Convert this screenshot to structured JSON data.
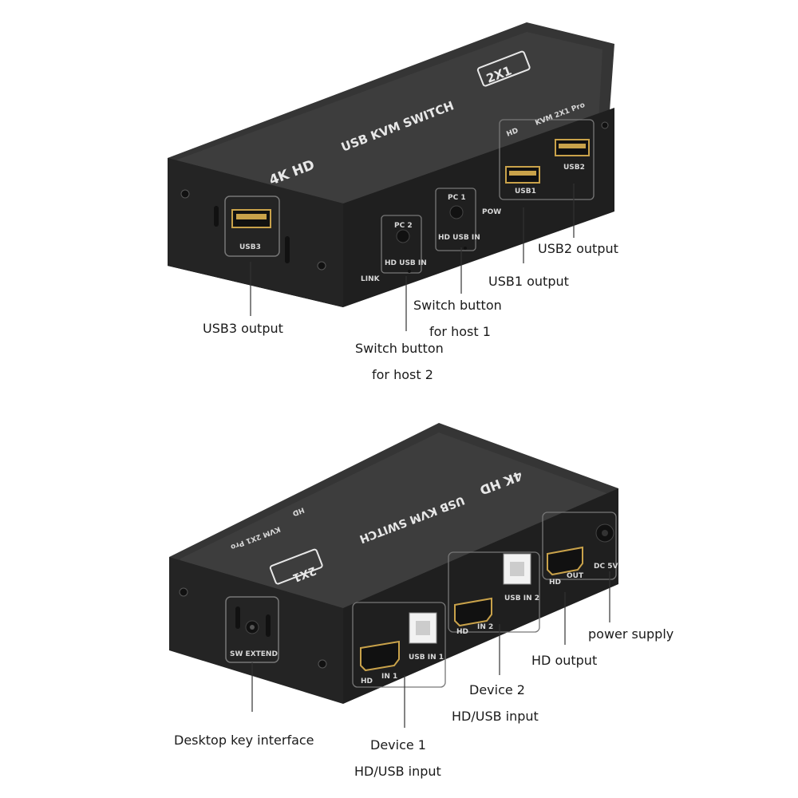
{
  "front_device": {
    "brand_4k": "4K HD",
    "title": "USB KVM SWITCH",
    "badge": "2X1",
    "hd": "HD",
    "model": "KVM 2X1 Pro",
    "usb1": "USB1",
    "usb2": "USB2",
    "usb3": "USB3",
    "pc1": "PC 1",
    "pc2": "PC 2",
    "hd_usb_in": "HD USB IN",
    "pow": "POW",
    "link": "LINK"
  },
  "back_device": {
    "brand_4k": "4K HD",
    "title": "USB KVM SWITCH",
    "badge": "2X1",
    "hd": "HD",
    "model": "KVM 2X1 Pro",
    "sw_extend": "SW EXTEND",
    "hd_label": "HD",
    "in1": "IN 1",
    "usb_in1": "USB IN 1",
    "in2": "IN 2",
    "usb_in2": "USB IN 2",
    "out": "OUT",
    "dc5v": "DC 5V"
  },
  "callouts": {
    "usb2_output": "USB2 output",
    "usb1_output": "USB1 output",
    "switch_host1_line1": "Switch button",
    "switch_host1_line2": "for host 1",
    "usb3_output": "USB3 output",
    "switch_host2_line1": "Switch button",
    "switch_host2_line2": "for host 2",
    "power_supply": "power supply",
    "hd_output": "HD output",
    "device2_line1": "Device 2",
    "device2_line2": "HD/USB input",
    "desktop_key": "Desktop key interface",
    "device1_line1": "Device 1",
    "device1_line2": "HD/USB input"
  },
  "colors": {
    "body_dark": "#2b2b2b",
    "body_top": "#3a3a3a",
    "front_face": "#1e1e1e",
    "port_usb": "#c9a24a",
    "port_hdmi": "#c9a24a",
    "line": "#333333"
  }
}
